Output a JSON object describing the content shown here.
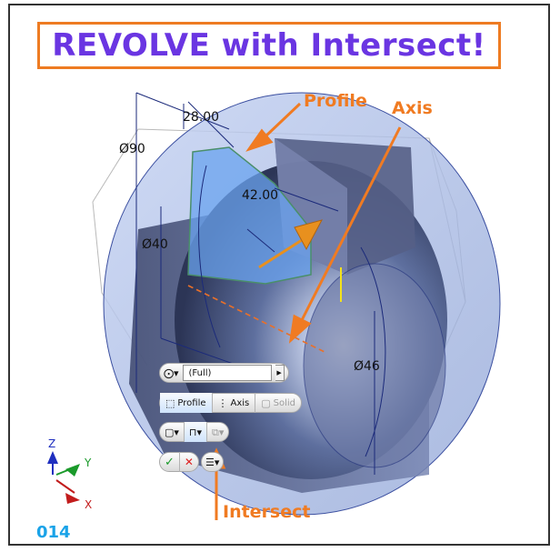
{
  "title": "REVOLVE with Intersect!",
  "callouts": {
    "profile": "Profile",
    "axis": "Axis",
    "intersect": "Intersect"
  },
  "dimensions": {
    "d90": "Ø90",
    "d28": "28.00",
    "d42": "42.00",
    "d40": "Ø40",
    "d46": "Ø46"
  },
  "page_number": "014",
  "toolbar": {
    "extents_value": "(Full)",
    "profile_label": "Profile",
    "axis_label": "Axis",
    "solid_label": "Solid",
    "ok_symbol": "✓",
    "cancel_symbol": "✕"
  },
  "triad": {
    "z": "Z",
    "y": "Y",
    "x": "X"
  },
  "colors": {
    "title": "#6a35e2",
    "accent": "#f07b22",
    "page_number": "#1aa3e8",
    "model_blue": "#3f5f9c"
  }
}
